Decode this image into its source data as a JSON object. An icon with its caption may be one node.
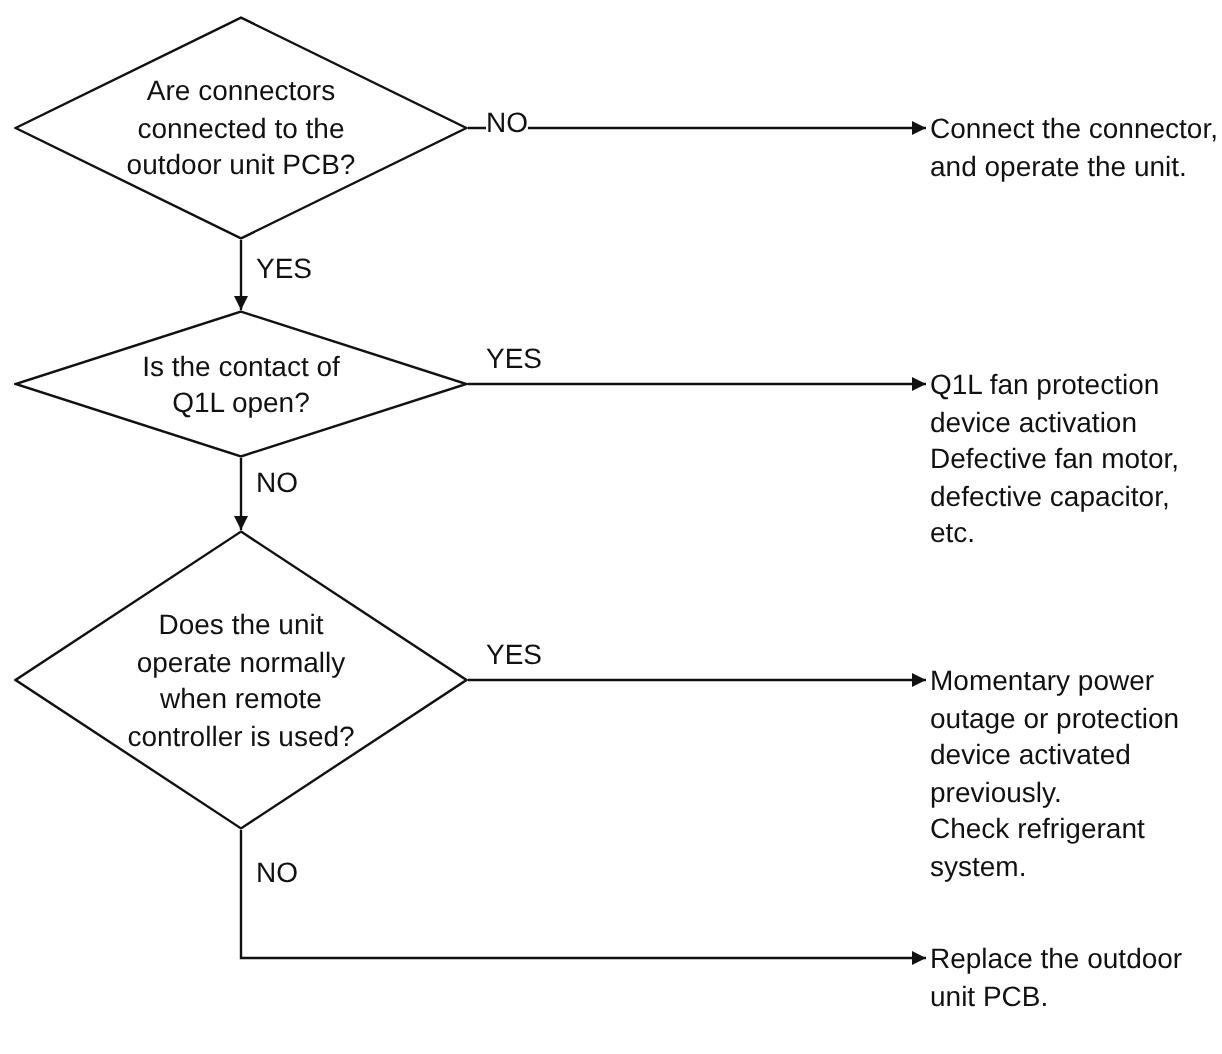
{
  "diagram": {
    "nodes": [
      {
        "text": [
          "Are connectors connected to the outdoor unit PCB?"
        ]
      },
      {
        "text": [
          "Connect the connector, and operate the unit."
        ]
      },
      {
        "text": [
          "Is the contact of Q1L open?"
        ]
      },
      {
        "text": [
          "Q1L fan protection device activation",
          "Defective fan motor, defective capacitor, etc."
        ]
      },
      {
        "text": [
          "Does the unit operate normally when remote controller is used?"
        ]
      },
      {
        "text": [
          "Momentary power outage or protection device activated previously.",
          "Check refrigerant system."
        ]
      },
      {
        "text": [
          "Replace the outdoor unit PCB."
        ]
      }
    ],
    "edges": [
      {
        "from": 0,
        "to": 1,
        "arrow": "to",
        "label": "NO"
      },
      {
        "from": 0,
        "to": 2,
        "arrow": "to",
        "label": "YES"
      },
      {
        "from": 2,
        "to": 3,
        "arrow": "to",
        "label": "YES"
      },
      {
        "from": 2,
        "to": 4,
        "arrow": "to",
        "label": "NO"
      },
      {
        "from": 4,
        "to": 5,
        "arrow": "to",
        "label": "YES"
      },
      {
        "from": 4,
        "to": 6,
        "arrow": "to",
        "label": "NO"
      }
    ]
  }
}
